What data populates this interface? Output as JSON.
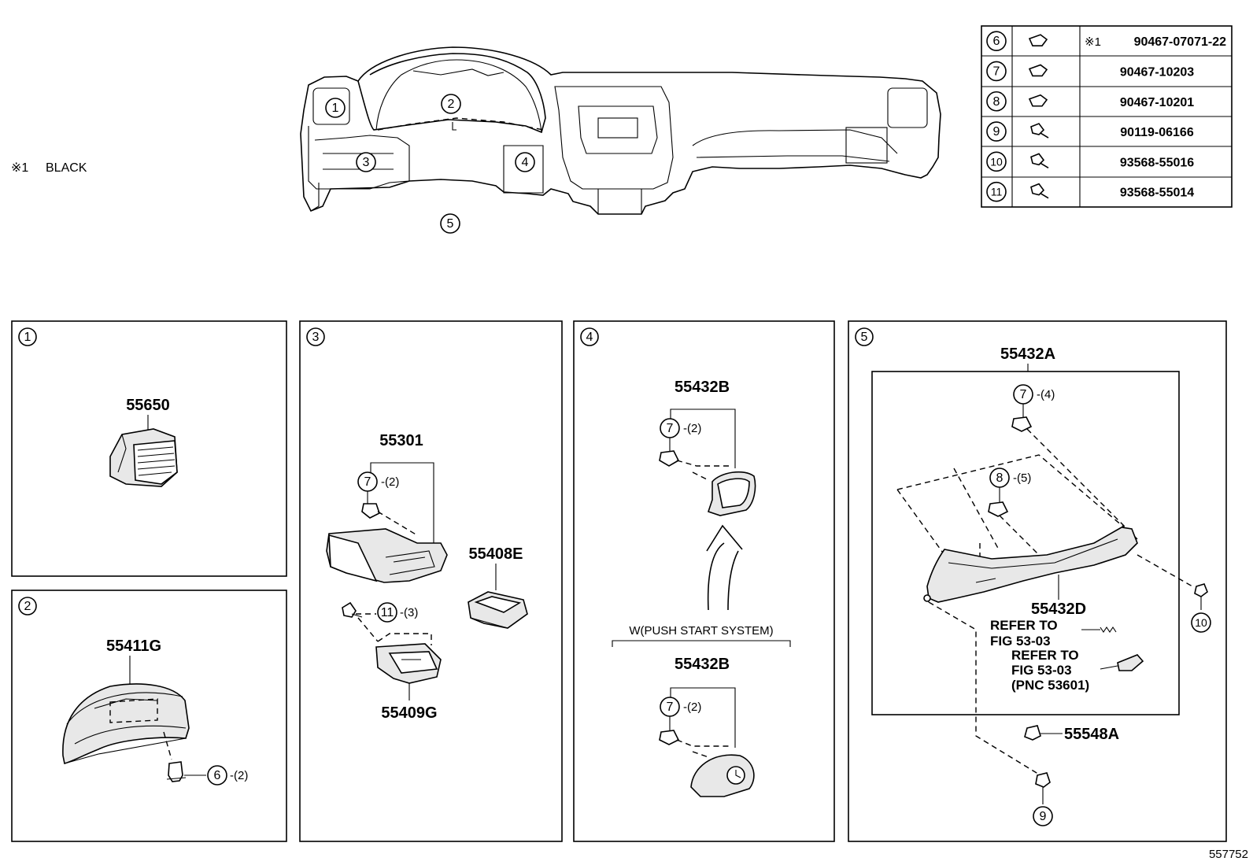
{
  "note": {
    "symbol": "※1",
    "text": "BLACK"
  },
  "figure_number": "557752",
  "overview": {
    "callouts": [
      "1",
      "2",
      "3",
      "4",
      "5"
    ]
  },
  "fastener_table": [
    {
      "ref": "6",
      "icon": "clip-icon",
      "mark": "※1",
      "part": "90467-07071-22"
    },
    {
      "ref": "7",
      "icon": "clip-icon",
      "mark": "",
      "part": "90467-10203"
    },
    {
      "ref": "8",
      "icon": "clip-icon",
      "mark": "",
      "part": "90467-10201"
    },
    {
      "ref": "9",
      "icon": "screw-icon",
      "mark": "",
      "part": "90119-06166"
    },
    {
      "ref": "10",
      "icon": "screw-icon",
      "mark": "",
      "part": "93568-55016"
    },
    {
      "ref": "11",
      "icon": "screw-icon",
      "mark": "",
      "part": "93568-55014"
    }
  ],
  "panels": {
    "p1": {
      "num": "1",
      "part": "55650"
    },
    "p2": {
      "num": "2",
      "part": "55411G",
      "fastener": "6",
      "qty": "-(2)"
    },
    "p3": {
      "num": "3",
      "part_top": "55301",
      "clip": "7",
      "clip_qty": "-(2)",
      "part_right": "55408E",
      "screw": "11",
      "screw_qty": "-(3)",
      "part_bottom": "55409G"
    },
    "p4": {
      "num": "4",
      "part_top": "55432B",
      "clip_top": "7",
      "clip_top_qty": "-(2)",
      "variant": "W(PUSH START SYSTEM)",
      "part_bottom": "55432B",
      "clip_bottom": "7",
      "clip_bottom_qty": "-(2)"
    },
    "p5": {
      "num": "5",
      "part_top": "55432A",
      "clip_a": "7",
      "clip_a_qty": "-(4)",
      "clip_b": "8",
      "clip_b_qty": "-(5)",
      "part_mid": "55432D",
      "refer1_line1": "REFER TO",
      "refer1_line2": "FIG 53-03",
      "refer2_line1": "REFER TO",
      "refer2_line2": "FIG 53-03",
      "refer2_line3": "(PNC 53601)",
      "part_clip": "55548A",
      "screw_right": "10",
      "screw_bottom": "9"
    }
  }
}
